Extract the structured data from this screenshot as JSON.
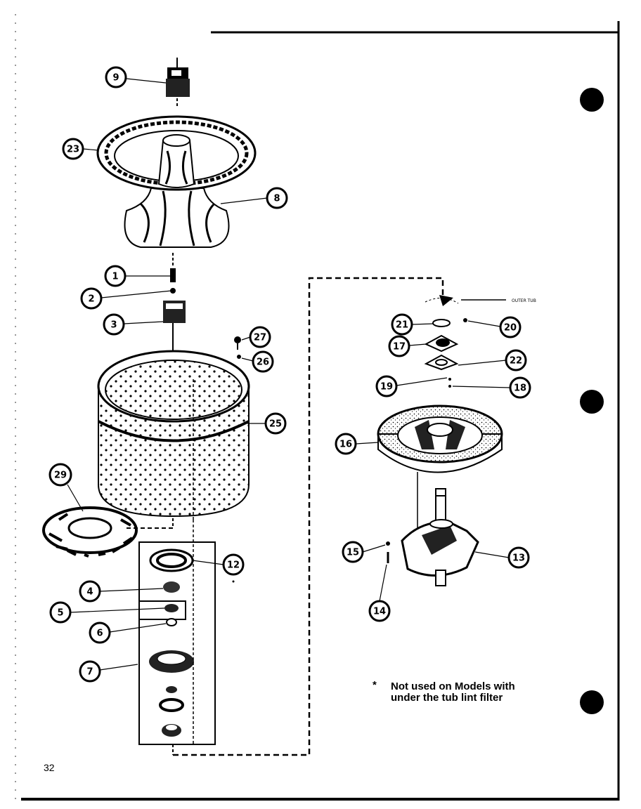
{
  "callouts": [
    {
      "id": "9",
      "label": "9"
    },
    {
      "id": "23",
      "label": "23"
    },
    {
      "id": "8",
      "label": "8"
    },
    {
      "id": "1",
      "label": "1"
    },
    {
      "id": "2",
      "label": "2"
    },
    {
      "id": "3",
      "label": "3"
    },
    {
      "id": "27",
      "label": "27"
    },
    {
      "id": "26",
      "label": "26"
    },
    {
      "id": "25",
      "label": "25"
    },
    {
      "id": "29",
      "label": "29"
    },
    {
      "id": "12",
      "label": "12"
    },
    {
      "id": "4",
      "label": "4"
    },
    {
      "id": "5",
      "label": "5"
    },
    {
      "id": "6",
      "label": "6"
    },
    {
      "id": "7",
      "label": "7"
    },
    {
      "id": "21",
      "label": "21"
    },
    {
      "id": "20",
      "label": "20"
    },
    {
      "id": "17",
      "label": "17"
    },
    {
      "id": "22",
      "label": "22"
    },
    {
      "id": "19",
      "label": "19"
    },
    {
      "id": "18",
      "label": "18"
    },
    {
      "id": "16",
      "label": "16"
    },
    {
      "id": "15",
      "label": "15"
    },
    {
      "id": "13",
      "label": "13"
    },
    {
      "id": "14",
      "label": "14"
    }
  ],
  "outer_tub_label": "OUTER TUB",
  "note_asterisk": "*",
  "note_line1": "Not used on Models with",
  "note_line2": "under the tub lint filter",
  "page_number": "32"
}
